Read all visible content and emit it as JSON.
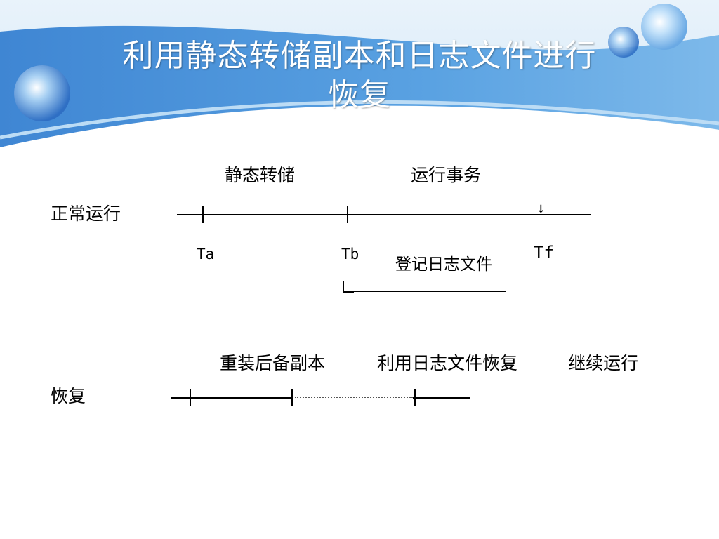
{
  "slide": {
    "title_line1": "利用静态转储副本和日志文件进行",
    "title_line2": "恢复"
  },
  "normal_run": {
    "row_label": "正常运行",
    "segment_label_dump": "静态转储",
    "segment_label_run": "运行事务",
    "arrow": "↓",
    "mark_ta": "Ta",
    "mark_tb": "Tb",
    "mark_tf": "Tf",
    "log_label": "登记日志文件"
  },
  "recovery": {
    "row_label": "恢复",
    "segment_label_reload": "重装后备副本",
    "segment_label_log": "利用日志文件恢复",
    "segment_label_continue": "继续运行"
  },
  "colors": {
    "header_blue": "#4a90d9",
    "header_light": "#cfe5f7"
  }
}
